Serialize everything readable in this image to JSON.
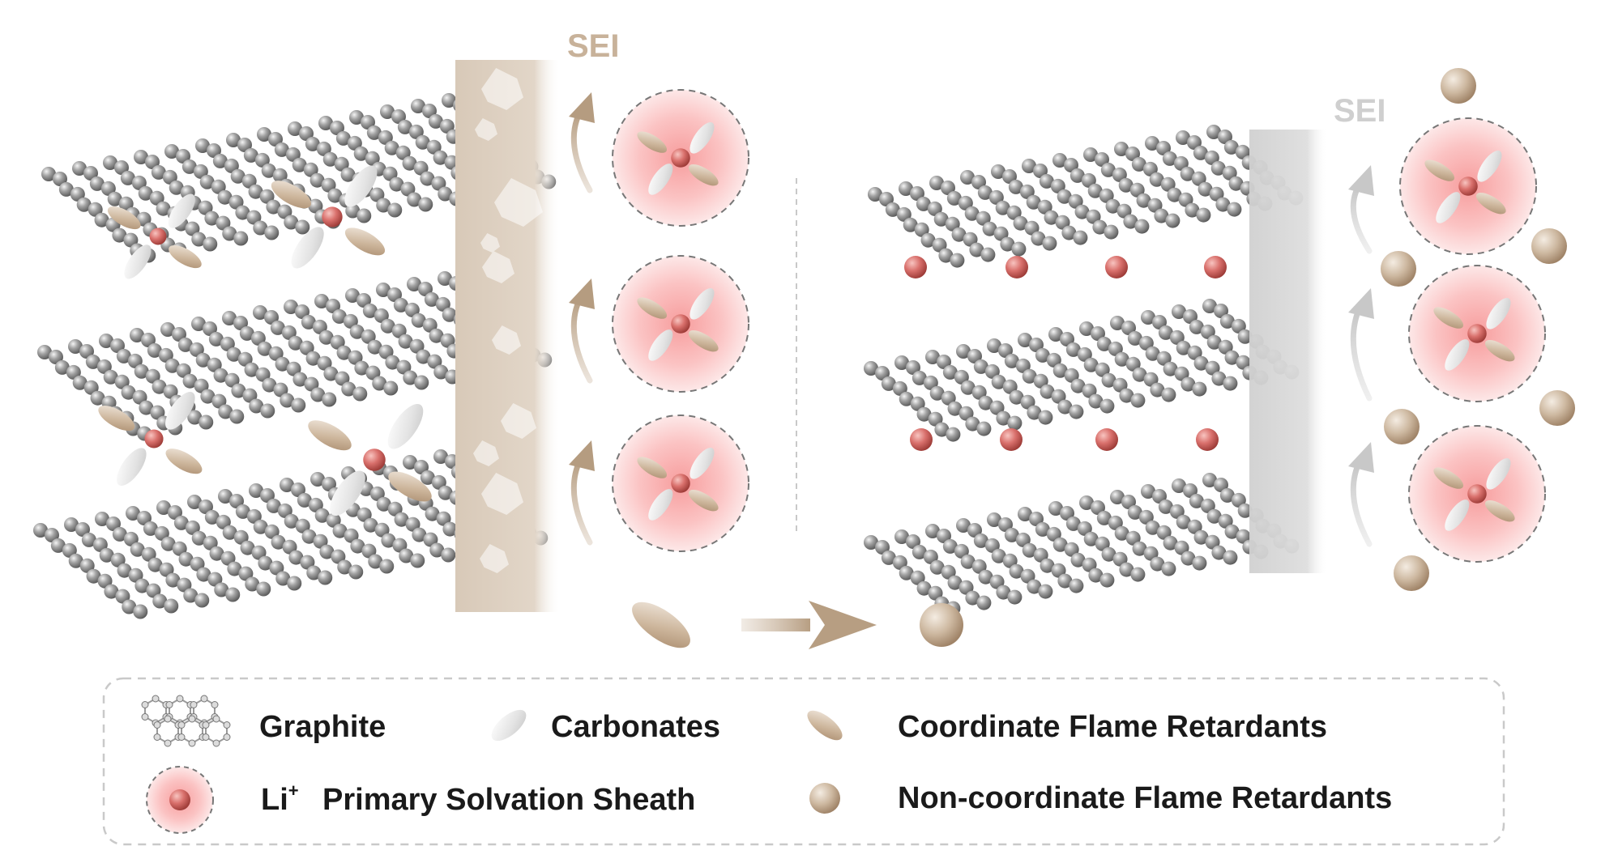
{
  "colors": {
    "tan": "#c8b29a",
    "tan_dark": "#b59c80",
    "sei_left": "#ddd0c2",
    "sei_right": "#d6d6d6",
    "arrow_gray": "#cfcfcf",
    "carbon": "#8e8e8e",
    "li": "#d9706c",
    "sheath": "#f8b3b3",
    "carbonate": "#e4e4e4",
    "text": "#1a1a1a"
  },
  "panel_left": {
    "sei_label": "SEI",
    "graphite_label": "graphite",
    "li_icon": "li-ion",
    "carbonate_icon": "carbonate-ellipse",
    "cfr_icon": "coordinate-flame-retardant-ellipse"
  },
  "panel_right": {
    "sei_label": "SEI"
  },
  "conversion": {
    "from_icon": "coordinate-flame-retardant-ellipse",
    "arrow_icon": "right-arrow",
    "to_icon": "non-coordinate-flame-retardant-sphere"
  },
  "legend": {
    "graphite": "Graphite",
    "carbonates": "Carbonates",
    "coordinate_fr": "Coordinate Flame Retardants",
    "li_superscript_base": "Li",
    "li_superscript": "+",
    "sheath": "Primary Solvation Sheath",
    "non_coordinate_fr": "Non-coordinate Flame Retardants"
  }
}
